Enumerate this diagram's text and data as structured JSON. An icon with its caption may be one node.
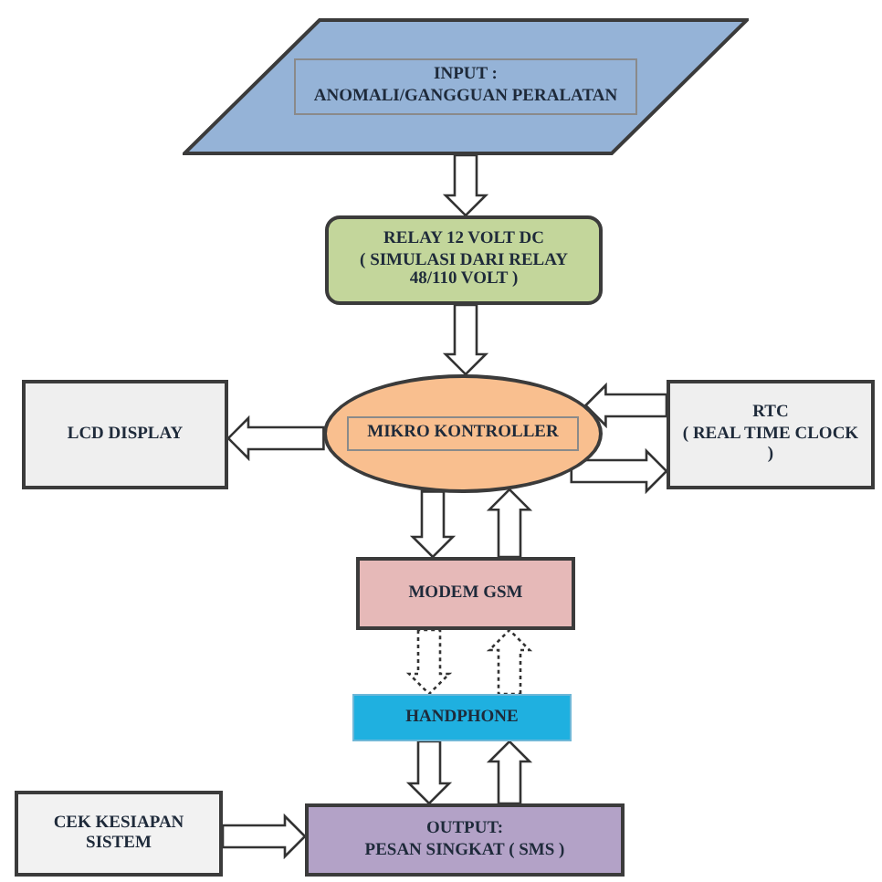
{
  "diagram": {
    "nodes": [
      {
        "text": [
          "INPUT :",
          "ANOMALI/GANGGUAN PERALATAN"
        ]
      },
      {
        "text": [
          "RELAY 12 VOLT DC",
          "( SIMULASI DARI RELAY 48/110 VOLT )"
        ]
      },
      {
        "text": [
          "MIKRO KONTROLLER"
        ]
      },
      {
        "text": [
          "LCD DISPLAY"
        ]
      },
      {
        "text": [
          "RTC",
          "( REAL TIME CLOCK )"
        ]
      },
      {
        "text": [
          "MODEM GSM"
        ]
      },
      {
        "text": [
          "HANDPHONE"
        ]
      },
      {
        "text": [
          "OUTPUT:",
          "PESAN SINGKAT ( SMS )"
        ]
      },
      {
        "text": [
          "CEK KESIAPAN SISTEM"
        ]
      }
    ],
    "edges": [
      {
        "from": 0,
        "to": 1,
        "arrow": "to"
      },
      {
        "from": 1,
        "to": 2,
        "arrow": "to"
      },
      {
        "from": 2,
        "to": 3,
        "arrow": "to"
      },
      {
        "from": 4,
        "to": 2,
        "arrow": "to"
      },
      {
        "from": 2,
        "to": 4,
        "arrow": "to"
      },
      {
        "from": 2,
        "to": 5,
        "arrow": "to"
      },
      {
        "from": 5,
        "to": 2,
        "arrow": "to"
      },
      {
        "from": 5,
        "to": 6,
        "arrow": "to",
        "style": "dashed"
      },
      {
        "from": 6,
        "to": 5,
        "arrow": "to",
        "style": "dashed"
      },
      {
        "from": 6,
        "to": 7,
        "arrow": "to"
      },
      {
        "from": 7,
        "to": 6,
        "arrow": "to"
      },
      {
        "from": 8,
        "to": 7,
        "arrow": "to"
      }
    ]
  }
}
